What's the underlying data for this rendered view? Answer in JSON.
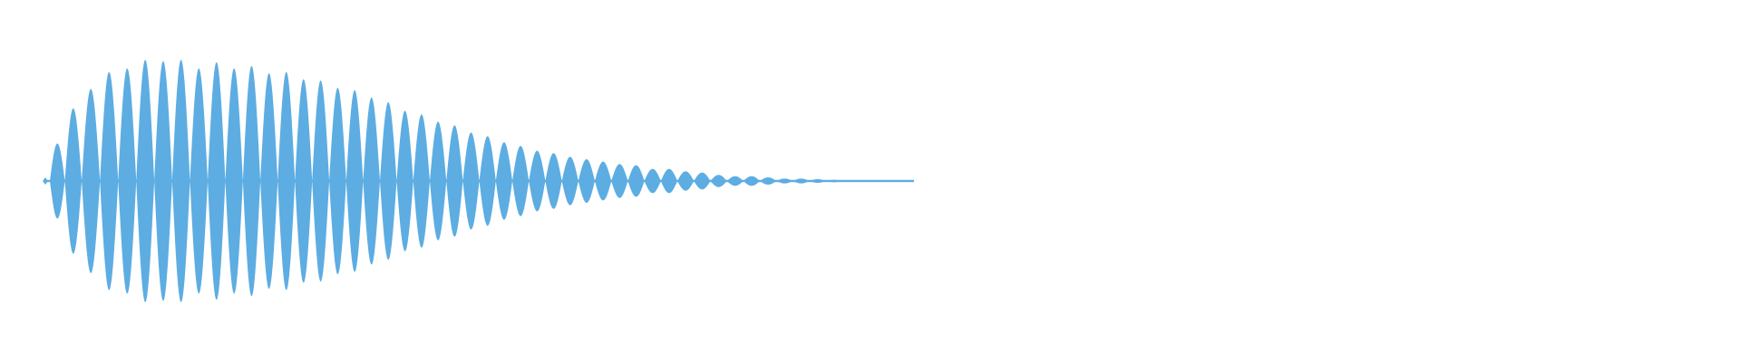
{
  "chart_data": {
    "type": "area",
    "title": "",
    "xlabel": "",
    "ylabel": "",
    "grid": false,
    "legend": "none",
    "color": "#5DADE2",
    "description_of_series": "",
    "envelope_peaks": [
      0.31,
      0.6,
      0.76,
      0.9,
      0.93,
      1.0,
      0.99,
      1.0,
      0.93,
      0.98,
      0.93,
      0.95,
      0.89,
      0.9,
      0.84,
      0.83,
      0.77,
      0.75,
      0.69,
      0.65,
      0.58,
      0.55,
      0.49,
      0.46,
      0.4,
      0.37,
      0.32,
      0.29,
      0.25,
      0.23,
      0.2,
      0.18,
      0.16,
      0.14,
      0.13,
      0.1,
      0.1,
      0.08,
      0.07,
      0.05,
      0.04,
      0.04,
      0.03,
      0.02,
      0.02,
      0.015,
      0.01
    ],
    "ylim": [
      -1,
      1
    ]
  }
}
